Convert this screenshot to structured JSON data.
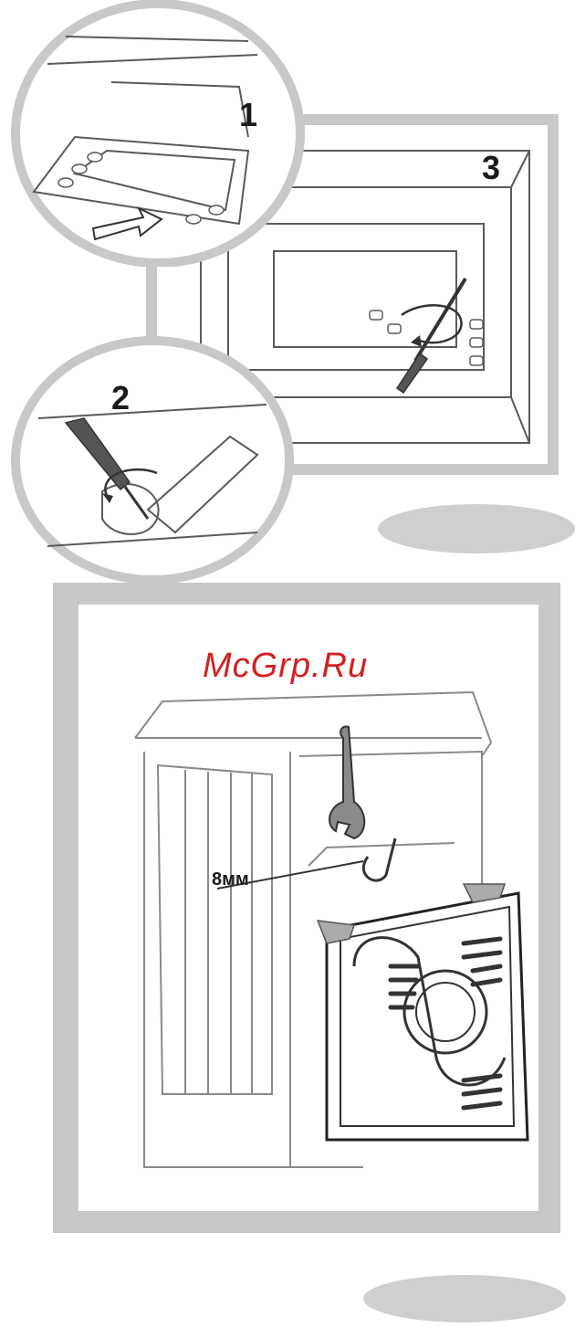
{
  "steps": {
    "step1": "1",
    "step2": "2",
    "step3": "3"
  },
  "watermark": "McGrp.Ru",
  "dimension_label": "8мм",
  "colors": {
    "frame_gray": "#c8c8c8",
    "line": "#555555",
    "watermark_red": "#d42020",
    "oval_gray": "#cfcfcf"
  }
}
